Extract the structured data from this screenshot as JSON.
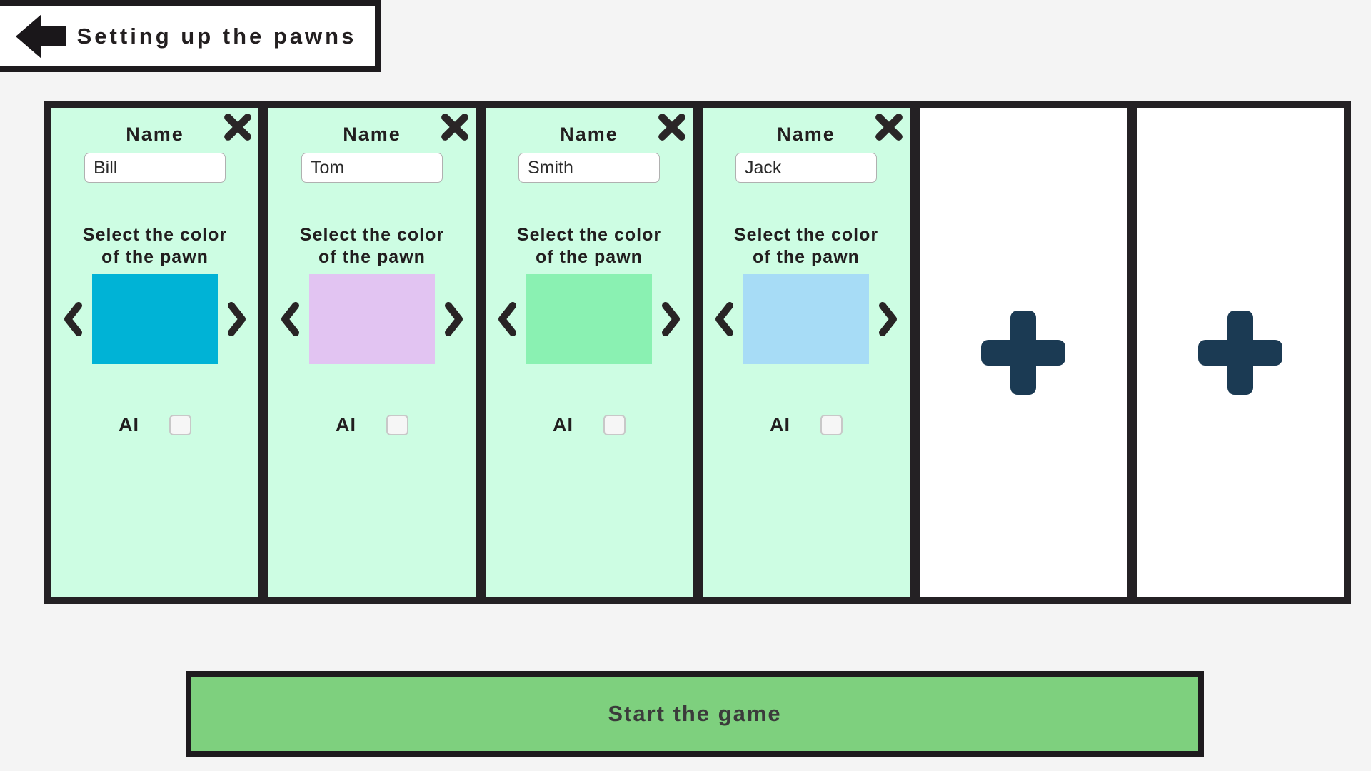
{
  "header": {
    "title": "Setting up the pawns"
  },
  "cards": {
    "name_label": "Name",
    "color_label_lines": [
      "Select the color",
      "of the pawn"
    ],
    "ai_label": "AI",
    "players": [
      {
        "name": "Bill",
        "pawn_color": "#00b3d6",
        "ai_checked": false
      },
      {
        "name": "Tom",
        "pawn_color": "#e2c4f2",
        "ai_checked": false
      },
      {
        "name": "Smith",
        "pawn_color": "#8af1b2",
        "ai_checked": false
      },
      {
        "name": "Jack",
        "pawn_color": "#a7dcf6",
        "ai_checked": false
      }
    ],
    "add_slot_count": 2
  },
  "start_button": {
    "label": "Start the game",
    "background": "#7ed07e"
  },
  "colors": {
    "frame_black": "#242124",
    "card_mint": "#cdfde3",
    "plus_navy": "#1b3a53",
    "start_green": "#7ed07e"
  },
  "icons": {
    "back": "back-arrow-icon",
    "close": "close-icon",
    "prev": "chevron-left-icon",
    "next": "chevron-right-icon",
    "add": "plus-icon"
  }
}
